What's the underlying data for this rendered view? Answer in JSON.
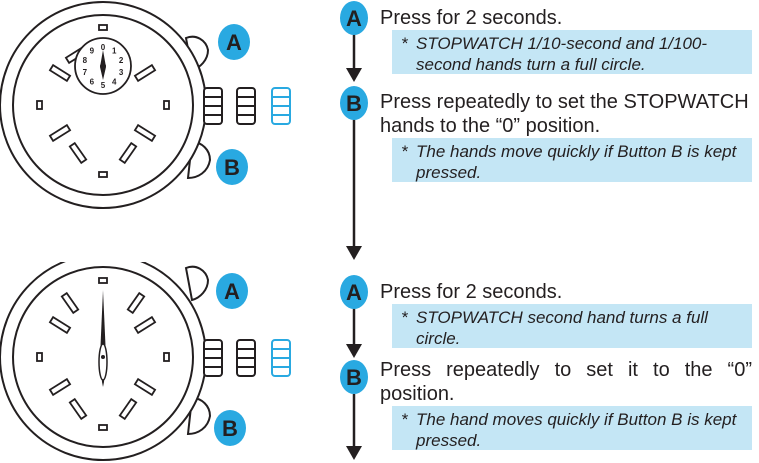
{
  "colors": {
    "ink": "#231f20",
    "note_background": "#c4e6f5",
    "highlight": "#29a9e1"
  },
  "panel_1": {
    "button_a_label": "A",
    "button_b_label": "B",
    "subdial_numbers": [
      "0",
      "1",
      "2",
      "3",
      "4",
      "5",
      "6",
      "7",
      "8",
      "9"
    ],
    "steps": [
      {
        "badge": "A",
        "text": "Press for 2 seconds.",
        "note_star": "*",
        "note": "STOPWATCH 1/10-second and 1/100-second hands turn a full circle."
      },
      {
        "badge": "B",
        "text": "Press repeatedly to set the STOPWATCH hands to the “0” position.",
        "note_star": "*",
        "note": "The hands move quickly if Button B is kept pressed."
      }
    ]
  },
  "panel_2": {
    "button_a_label": "A",
    "button_b_label": "B",
    "steps": [
      {
        "badge": "A",
        "text": "Press for 2 seconds.",
        "note_star": "*",
        "note": "STOPWATCH second hand turns a full circle."
      },
      {
        "badge": "B",
        "text": "Press repeatedly to set it to the “0” position.",
        "note_star": "*",
        "note": "The hand moves quickly if Button B is kept pressed."
      }
    ]
  }
}
